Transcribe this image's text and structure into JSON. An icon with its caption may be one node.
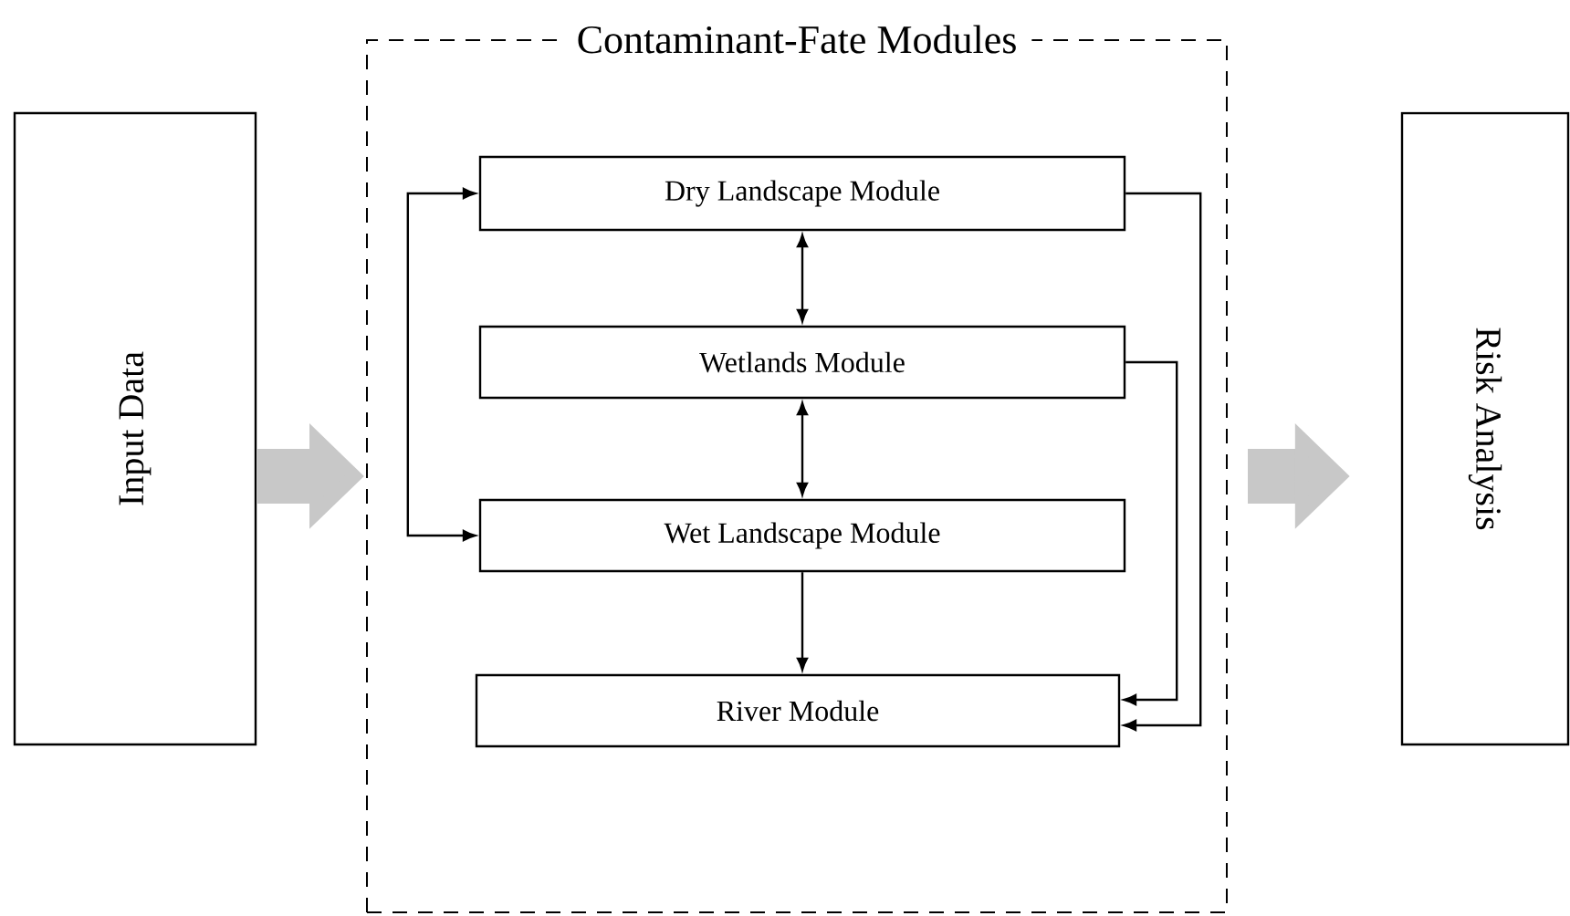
{
  "diagram": {
    "nodes": [
      {
        "text": [
          "Input Data"
        ]
      },
      {
        "text": [
          "Contaminant-Fate Modules"
        ]
      },
      {
        "text": [
          "Dry Landscape Module"
        ],
        "in": 1
      },
      {
        "text": [
          "Wetlands Module"
        ],
        "in": 1
      },
      {
        "text": [
          "Wet Landscape Module"
        ],
        "in": 1
      },
      {
        "text": [
          "River Module"
        ],
        "in": 1
      },
      {
        "text": [
          "Risk Analysis"
        ]
      }
    ],
    "edges": [
      {
        "from": 0,
        "to": 1,
        "arrow": "to",
        "style": "thick",
        "color": "#c8c8c8"
      },
      {
        "from": 1,
        "to": 6,
        "arrow": "to",
        "style": "thick",
        "color": "#c8c8c8"
      },
      {
        "from": 2,
        "to": 3,
        "arrow": "both"
      },
      {
        "from": 3,
        "to": 4,
        "arrow": "both"
      },
      {
        "from": 4,
        "to": 5,
        "arrow": "to"
      },
      {
        "from": 2,
        "to": 4,
        "arrow": "both"
      },
      {
        "from": 2,
        "to": 5,
        "arrow": "to"
      },
      {
        "from": 3,
        "to": 5,
        "arrow": "to"
      }
    ]
  }
}
